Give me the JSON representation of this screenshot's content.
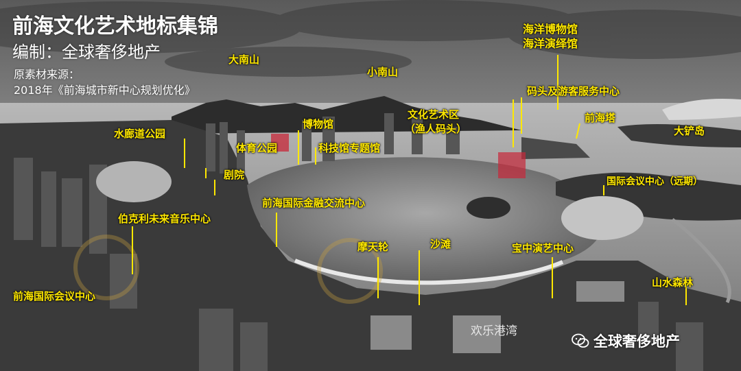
{
  "header": {
    "title": "前海文化艺术地标集锦",
    "compiled_by": "编制：全球奢侈地产",
    "source_label": "原素材来源：",
    "source_doc": "2018年《前海城市新中心规划优化》"
  },
  "labels": {
    "ocean_museum": "海洋博物馆",
    "ocean_theatre": "海洋演绎馆",
    "da_nan_shan": "大南山",
    "xiao_nan_shan": "小南山",
    "pier_center": "码头及游客服务中心",
    "culture_art_zone": "文化艺术区",
    "fisherman_pier": "（渔人码头）",
    "qianhai_tower": "前海塔",
    "da_chan_island": "大铲岛",
    "museum": "博物馆",
    "water_corridor_park": "水廊道公园",
    "stadium_park": "体育公园",
    "science_museum": "科技馆专题馆",
    "theatre": "剧院",
    "intl_conference_far": "国际会议中心（远期）",
    "finance_center": "前海国际金融交流中心",
    "berklee": "伯克利未来音乐中心",
    "ferris_wheel": "摩天轮",
    "beach": "沙滩",
    "baozhong_center": "宝中演艺中心",
    "mountain_forest": "山水森林",
    "qianhai_conference": "前海国际会议中心"
  },
  "watermarks": {
    "harbor_text": "欢乐港湾",
    "account_name": "全球奢侈地产"
  },
  "colors": {
    "label_yellow": "#ffe800",
    "watermark_red": "#c8283a"
  }
}
